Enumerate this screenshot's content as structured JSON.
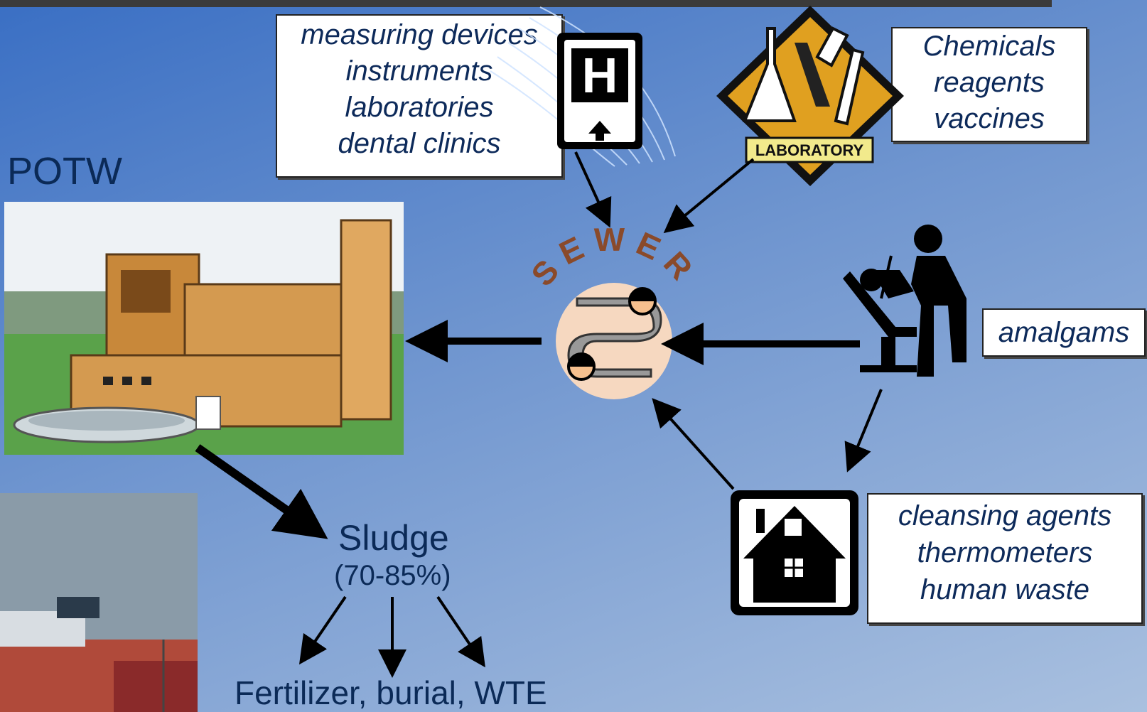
{
  "diagram": {
    "title_potw": "POTW",
    "sources_box": [
      "measuring devices",
      "instruments",
      "laboratories",
      "dental clinics"
    ],
    "chemicals_box": [
      "Chemicals",
      "reagents",
      "vaccines"
    ],
    "laboratory_sign": "LABORATORY",
    "sewer_label": "SEWER",
    "amalgams_box": "amalgams",
    "household_box": [
      "cleansing agents",
      "thermometers",
      "human waste"
    ],
    "sludge_label": "Sludge",
    "sludge_pct": "(70-85%)",
    "disposal_label": "Fertilizer, burial, WTE",
    "hospital_letter": "H"
  },
  "colors": {
    "text_dark_blue": "#0b2a57",
    "sewer_letters": "#8a4a2a",
    "lab_sign": "#e0a020"
  }
}
